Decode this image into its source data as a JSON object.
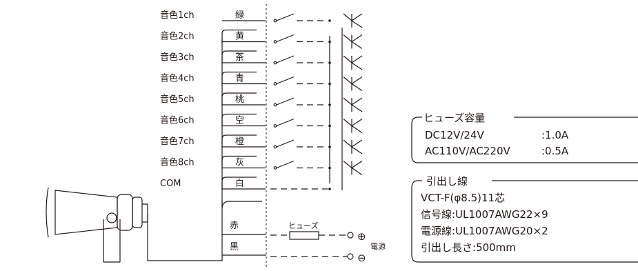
{
  "wiring": {
    "channels": [
      {
        "label": "音色1ch",
        "color": "緑"
      },
      {
        "label": "音色2ch",
        "color": "黄"
      },
      {
        "label": "音色3ch",
        "color": "茶"
      },
      {
        "label": "音色4ch",
        "color": "青"
      },
      {
        "label": "音色5ch",
        "color": "桃"
      },
      {
        "label": "音色6ch",
        "color": "空"
      },
      {
        "label": "音色7ch",
        "color": "橙"
      },
      {
        "label": "音色8ch",
        "color": "灰"
      },
      {
        "label": "COM",
        "color": "白"
      }
    ],
    "power": {
      "red": "赤",
      "black": "黒",
      "fuse_label": "ヒューズ",
      "plus_symbol": "⊕",
      "minus_symbol": "⊖",
      "power_label": "電源"
    }
  },
  "fuse_box": {
    "title": "ヒューズ容量",
    "rows": [
      {
        "name": "DC12V/24V",
        "value": ":1.0A"
      },
      {
        "name": "AC110V/AC220V",
        "value": ":0.5A"
      }
    ]
  },
  "lead_box": {
    "title": "引出し線",
    "lines": [
      "VCT-F(φ8.5)11芯",
      "信号線:UL1007AWG22×9",
      "電源線:UL1007AWG20×2",
      "引出し長さ:500mm"
    ]
  }
}
